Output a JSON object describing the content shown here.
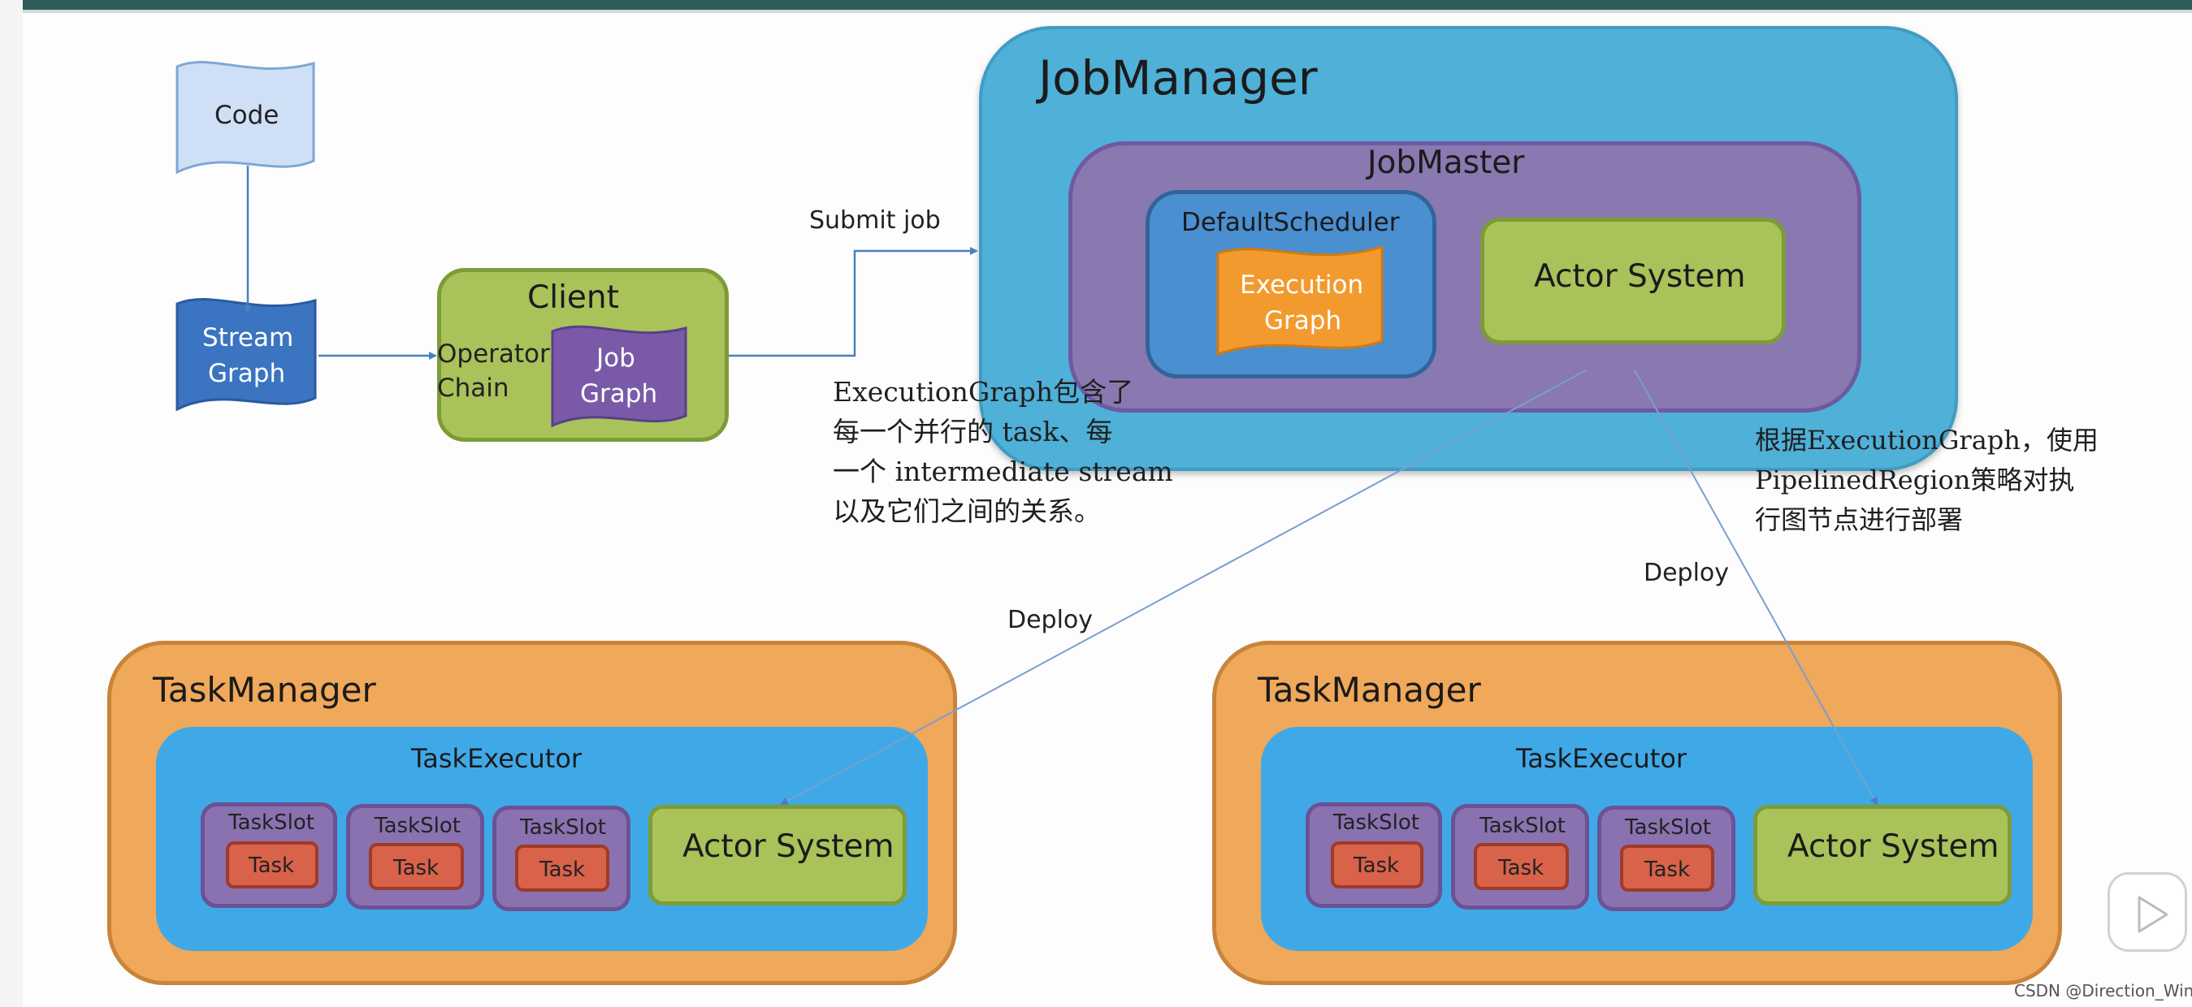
{
  "code": "Code",
  "stream_graph": {
    "line1": "Stream",
    "line2": "Graph"
  },
  "client": {
    "title": "Client",
    "operator_line1": "Operator",
    "operator_line2": "Chain",
    "job_line1": "Job",
    "job_line2": "Graph"
  },
  "submit_job": "Submit job",
  "job_manager": {
    "title": "JobManager",
    "job_master": "JobMaster",
    "default_scheduler": "DefaultScheduler",
    "execution_graph_line1": "Execution",
    "execution_graph_line2": "Graph",
    "actor_system": "Actor System"
  },
  "note_left": [
    "ExecutionGraph包含了",
    "每一个并行的 task、每",
    "一个 intermediate stream",
    "以及它们之间的关系。"
  ],
  "note_right": [
    "根据ExecutionGraph，使用",
    "PipelinedRegion策略对执",
    "行图节点进行部署"
  ],
  "deploy_left": "Deploy",
  "deploy_right": "Deploy",
  "task_managers": [
    {
      "title": "TaskManager",
      "executor": "TaskExecutor",
      "slots": [
        {
          "slot": "TaskSlot",
          "task": "Task"
        },
        {
          "slot": "TaskSlot",
          "task": "Task"
        },
        {
          "slot": "TaskSlot",
          "task": "Task"
        }
      ],
      "actor_system": "Actor System"
    },
    {
      "title": "TaskManager",
      "executor": "TaskExecutor",
      "slots": [
        {
          "slot": "TaskSlot",
          "task": "Task"
        },
        {
          "slot": "TaskSlot",
          "task": "Task"
        },
        {
          "slot": "TaskSlot",
          "task": "Task"
        }
      ],
      "actor_system": "Actor System"
    }
  ],
  "watermark": "CSDN @Direction_Wind",
  "colors": {
    "job_manager": "#4fb0d8",
    "job_master": "#8a78b0",
    "scheduler": "#4a8fd0",
    "actor_green": "#a9c25a",
    "task_manager": "#f0a85a",
    "task_executor": "#3fa9e8",
    "task_slot": "#8a72b0",
    "task": "#d8624a",
    "document_light": "#cfe0f6",
    "document_dark": "#3b74c0",
    "execution_orange": "#f29a2e",
    "job_graph_purple": "#7a5aa8"
  }
}
